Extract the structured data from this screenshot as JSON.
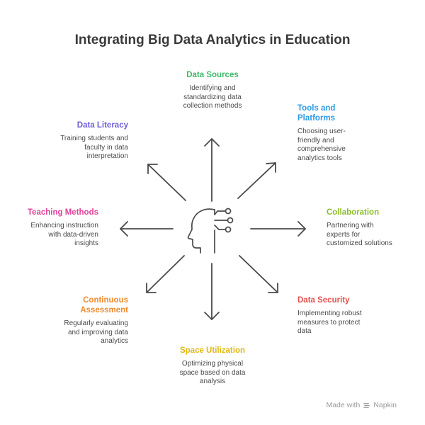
{
  "title": "Integrating Big Data Analytics in Education",
  "colors": {
    "data_sources": "#3dba6b",
    "tools_platforms": "#2d9be0",
    "collaboration": "#8cbd2a",
    "data_security": "#e5504f",
    "space_utilization": "#e0b814",
    "continuous_assessment": "#ef8a2c",
    "teaching_methods": "#e0439a",
    "data_literacy": "#6c5fd8",
    "arrow": "#4a4a4a"
  },
  "nodes": {
    "data_sources": {
      "title": "Data Sources",
      "desc": [
        "Identifying and",
        "standardizing data",
        "collection methods"
      ]
    },
    "tools_platforms": {
      "title": [
        "Tools and",
        "Platforms"
      ],
      "desc": [
        "Choosing user-",
        "friendly and",
        "comprehensive",
        "analytics tools"
      ]
    },
    "collaboration": {
      "title": "Collaboration",
      "desc": [
        "Partnering with",
        "experts for",
        "customized solutions"
      ]
    },
    "data_security": {
      "title": "Data Security",
      "desc": [
        "Implementing robust",
        "measures to protect",
        "data"
      ]
    },
    "space_utilization": {
      "title": "Space Utilization",
      "desc": [
        "Optimizing physical",
        "space based on data",
        "analysis"
      ]
    },
    "continuous_assessment": {
      "title": [
        "Continuous",
        "Assessment"
      ],
      "desc": [
        "Regularly evaluating",
        "and improving data",
        "analytics"
      ]
    },
    "teaching_methods": {
      "title": "Teaching Methods",
      "desc": [
        "Enhancing instruction",
        "with data-driven",
        "insights"
      ]
    },
    "data_literacy": {
      "title": "Data Literacy",
      "desc": [
        "Training students and",
        "faculty in data",
        "interpretation"
      ]
    }
  },
  "center_icon": "head-with-circuit-icon",
  "footer": {
    "prefix": "Made with",
    "brand": "Napkin",
    "icon": "napkin-logo-icon"
  }
}
